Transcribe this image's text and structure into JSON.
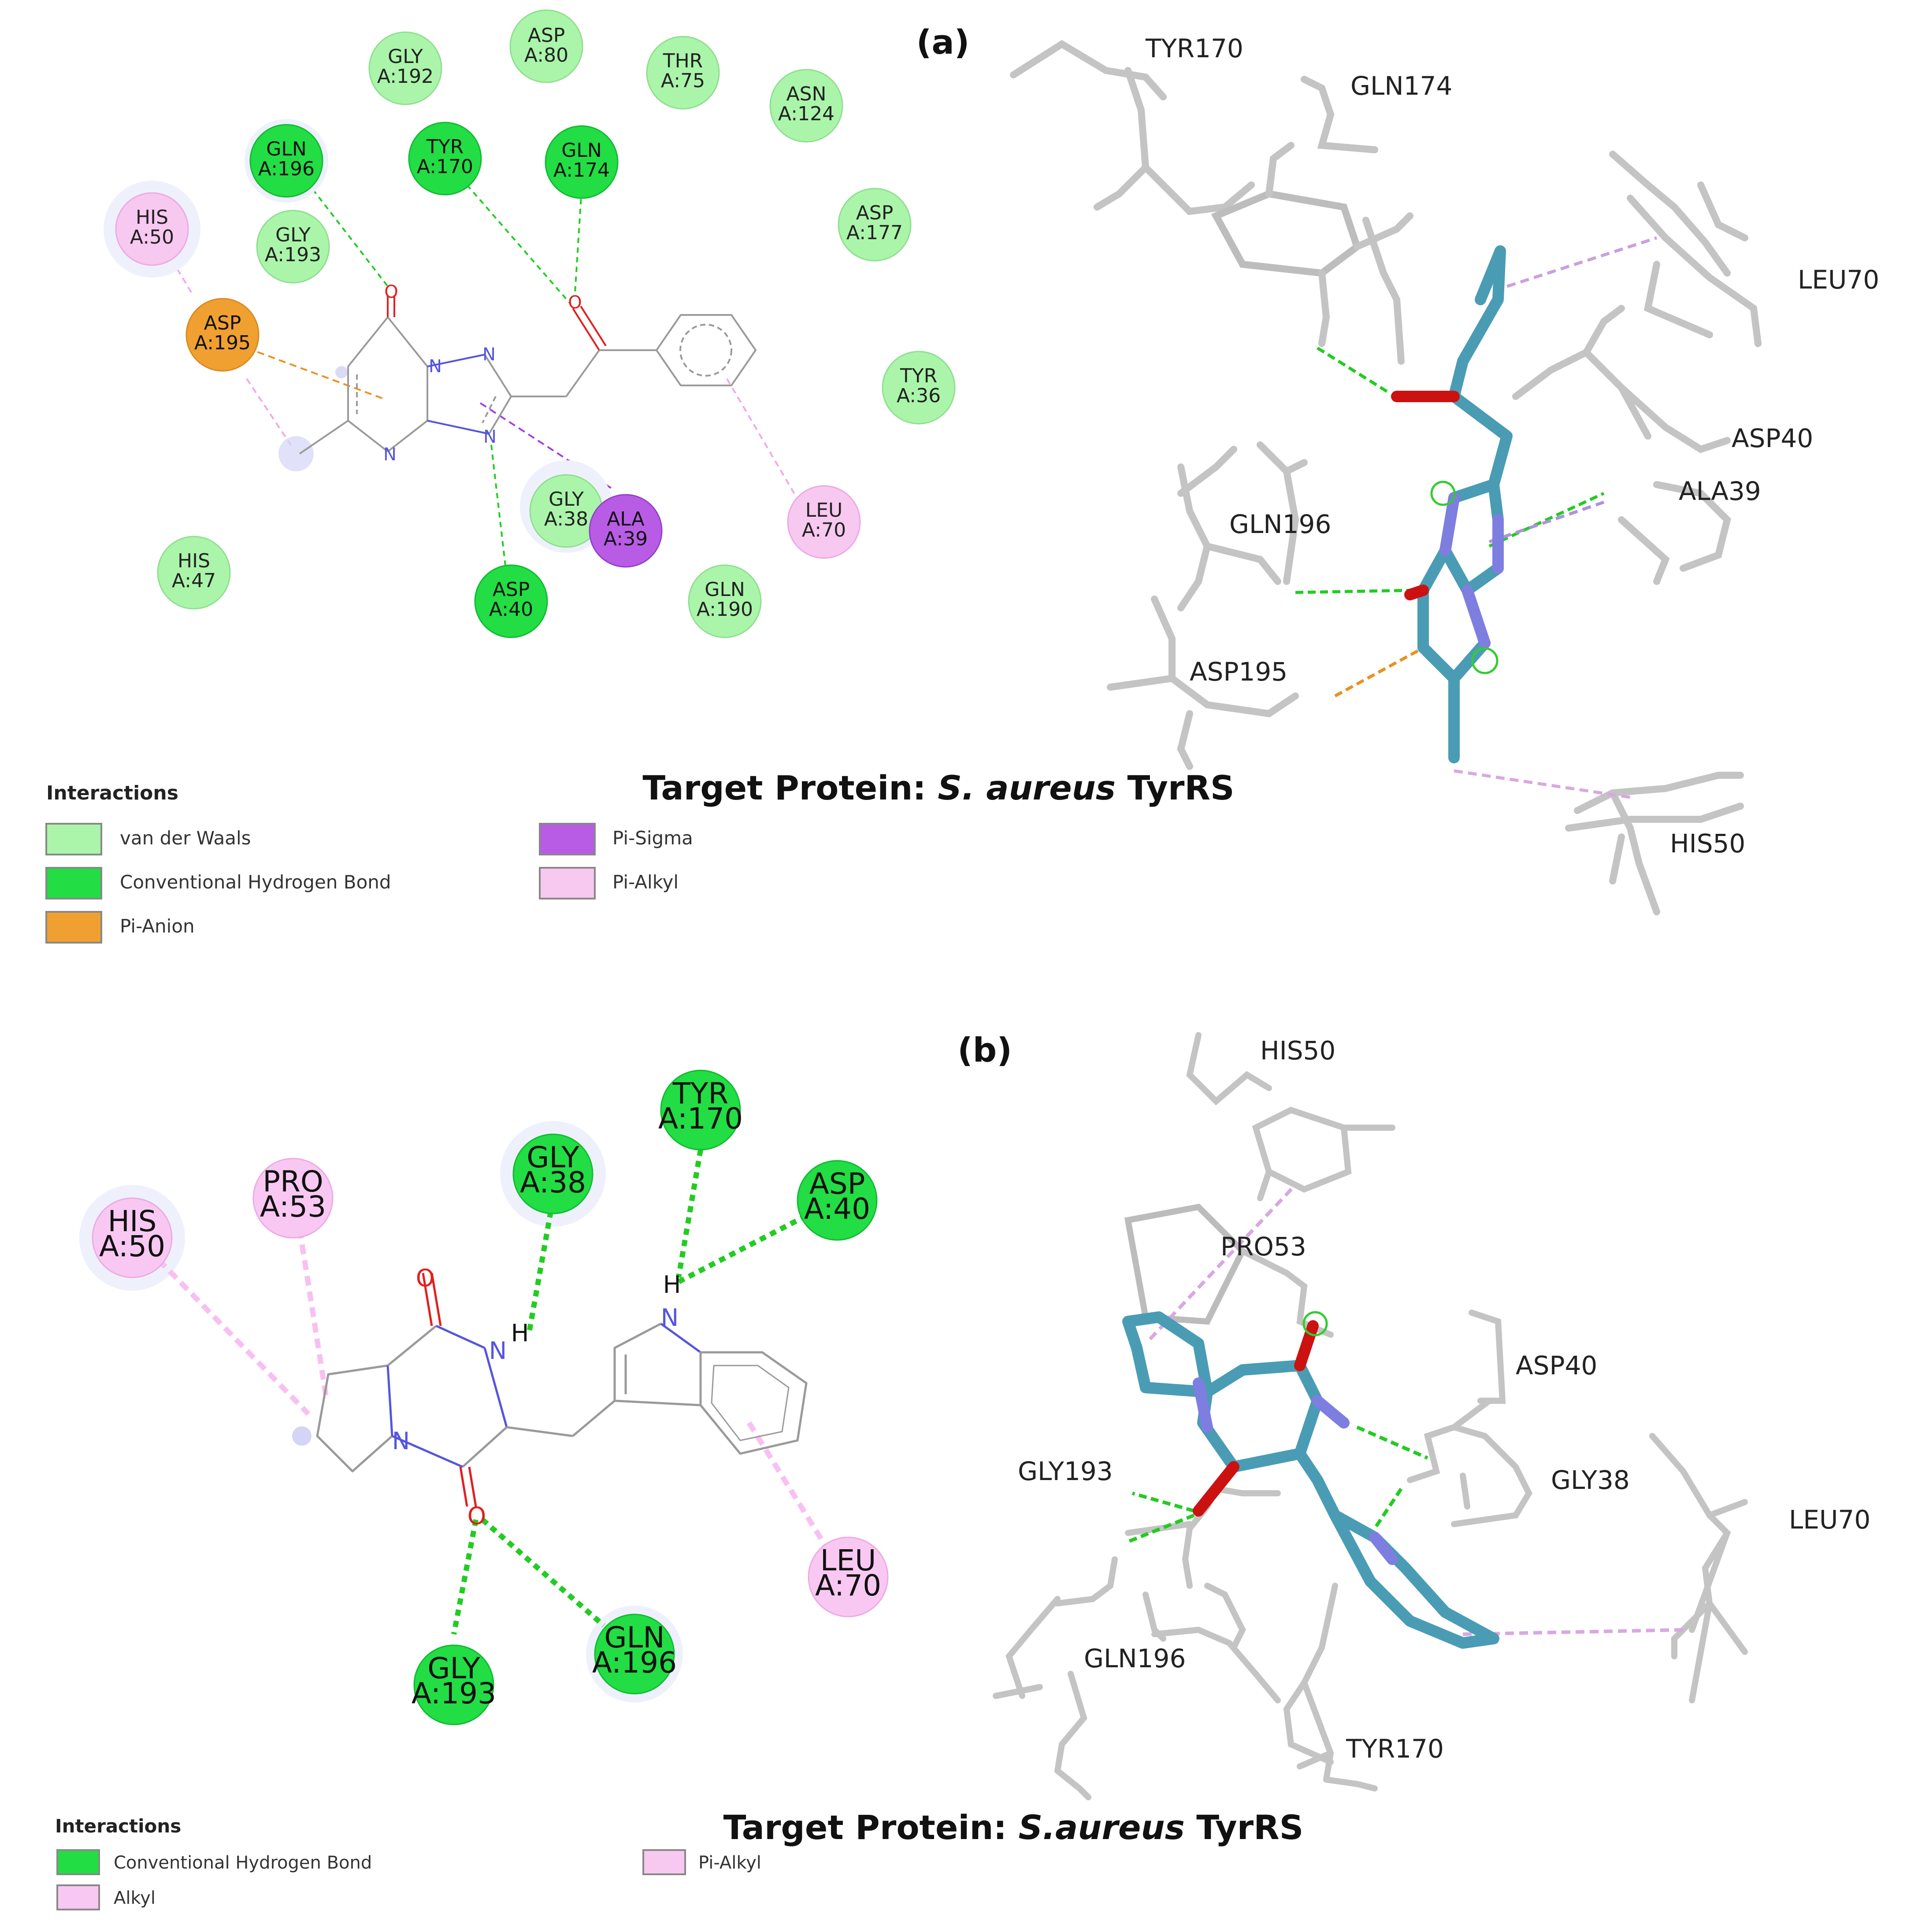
{
  "colors": {
    "vdw_fill": "#aaf5aa",
    "vdw_stroke": "#8fdf8f",
    "hbond_fill": "#22dd44",
    "hbond_stroke": "#11bb33",
    "hbond_line": "#22cc22",
    "pianion_fill": "#f0a030",
    "pianion_stroke": "#d88a20",
    "pianion_line": "#e8921f",
    "pisigma_fill": "#b85ce6",
    "pisigma_stroke": "#9440c8",
    "pisigma_line": "#a040e0",
    "pialkyl_fill": "#f7c8f0",
    "pialkyl_stroke": "#ecaae4",
    "pialkyl_line": "#f2a8e8",
    "alkyl_fill": "#f8c8f2",
    "carbon_line": "#9a9a9a",
    "nitrogen": "#5555dd",
    "oxygen": "#e02020",
    "ligand_3d": "#4a9cb4",
    "protein_3d": "#c4c4c4"
  },
  "panel_a": {
    "label": "(a)",
    "caption_prefix": "Target Protein: ",
    "caption_italic": "S. aureus",
    "caption_suffix": " TyrRS",
    "legend": {
      "title": "Interactions",
      "items": [
        {
          "label": "van der Waals",
          "type": "vdw"
        },
        {
          "label": "Conventional Hydrogen Bond",
          "type": "hbond"
        },
        {
          "label": "Pi-Anion",
          "type": "pianion"
        },
        {
          "label": "Pi-Sigma",
          "type": "pisigma"
        },
        {
          "label": "Pi-Alkyl",
          "type": "pialkyl"
        }
      ]
    },
    "residues": [
      {
        "id": "a-asp80",
        "line1": "ASP",
        "line2": "A:80",
        "type": "vdw"
      },
      {
        "id": "a-gly192",
        "line1": "GLY",
        "line2": "A:192",
        "type": "vdw"
      },
      {
        "id": "a-thr75",
        "line1": "THR",
        "line2": "A:75",
        "type": "vdw"
      },
      {
        "id": "a-asn124",
        "line1": "ASN",
        "line2": "A:124",
        "type": "vdw"
      },
      {
        "id": "a-gln196",
        "line1": "GLN",
        "line2": "A:196",
        "type": "hbond"
      },
      {
        "id": "a-tyr170",
        "line1": "TYR",
        "line2": "A:170",
        "type": "hbond"
      },
      {
        "id": "a-gln174",
        "line1": "GLN",
        "line2": "A:174",
        "type": "hbond"
      },
      {
        "id": "a-his50",
        "line1": "HIS",
        "line2": "A:50",
        "type": "pialkyl"
      },
      {
        "id": "a-gly193",
        "line1": "GLY",
        "line2": "A:193",
        "type": "vdw"
      },
      {
        "id": "a-asp177",
        "line1": "ASP",
        "line2": "A:177",
        "type": "vdw"
      },
      {
        "id": "a-asp195",
        "line1": "ASP",
        "line2": "A:195",
        "type": "pianion"
      },
      {
        "id": "a-tyr36",
        "line1": "TYR",
        "line2": "A:36",
        "type": "vdw"
      },
      {
        "id": "a-gly38",
        "line1": "GLY",
        "line2": "A:38",
        "type": "vdw"
      },
      {
        "id": "a-ala39",
        "line1": "ALA",
        "line2": "A:39",
        "type": "pisigma"
      },
      {
        "id": "a-leu70",
        "line1": "LEU",
        "line2": "A:70",
        "type": "pialkyl"
      },
      {
        "id": "a-his47",
        "line1": "HIS",
        "line2": "A:47",
        "type": "vdw"
      },
      {
        "id": "a-asp40",
        "line1": "ASP",
        "line2": "A:40",
        "type": "hbond"
      },
      {
        "id": "a-gln190",
        "line1": "GLN",
        "line2": "A:190",
        "type": "vdw"
      }
    ],
    "atoms": {
      "o1": "O",
      "o2": "O",
      "n1": "N",
      "n2": "N",
      "n3": "N",
      "n4": "N"
    },
    "pose_labels": [
      "TYR170",
      "GLN174",
      "LEU70",
      "ASP40",
      "ALA39",
      "GLN196",
      "ASP195",
      "HIS50"
    ]
  },
  "panel_b": {
    "label": "(b)",
    "caption_prefix": "Target Protein: ",
    "caption_italic": "S.aureus",
    "caption_suffix": " TyrRS",
    "legend": {
      "title": "Interactions",
      "items": [
        {
          "label": "Conventional Hydrogen Bond",
          "type": "hbond"
        },
        {
          "label": "Alkyl",
          "type": "alkyl"
        },
        {
          "label": "Pi-Alkyl",
          "type": "pialkyl"
        }
      ]
    },
    "residues": [
      {
        "id": "b-tyr170",
        "line1": "TYR",
        "line2": "A:170",
        "type": "hbond"
      },
      {
        "id": "b-gly38",
        "line1": "GLY",
        "line2": "A:38",
        "type": "hbond"
      },
      {
        "id": "b-asp40",
        "line1": "ASP",
        "line2": "A:40",
        "type": "hbond"
      },
      {
        "id": "b-pro53",
        "line1": "PRO",
        "line2": "A:53",
        "type": "pialkyl"
      },
      {
        "id": "b-his50",
        "line1": "HIS",
        "line2": "A:50",
        "type": "pialkyl"
      },
      {
        "id": "b-leu70",
        "line1": "LEU",
        "line2": "A:70",
        "type": "pialkyl"
      },
      {
        "id": "b-gln196",
        "line1": "GLN",
        "line2": "A:196",
        "type": "hbond"
      },
      {
        "id": "b-gly193",
        "line1": "GLY",
        "line2": "A:193",
        "type": "hbond"
      }
    ],
    "atoms": {
      "o1": "O",
      "o2": "O",
      "n1": "N",
      "n2": "N",
      "n3": "N",
      "h1": "H",
      "h2": "H"
    },
    "pose_labels": [
      "HIS50",
      "PRO53",
      "ASP40",
      "GLY193",
      "GLY38",
      "LEU70",
      "GLN196",
      "TYR170"
    ]
  }
}
